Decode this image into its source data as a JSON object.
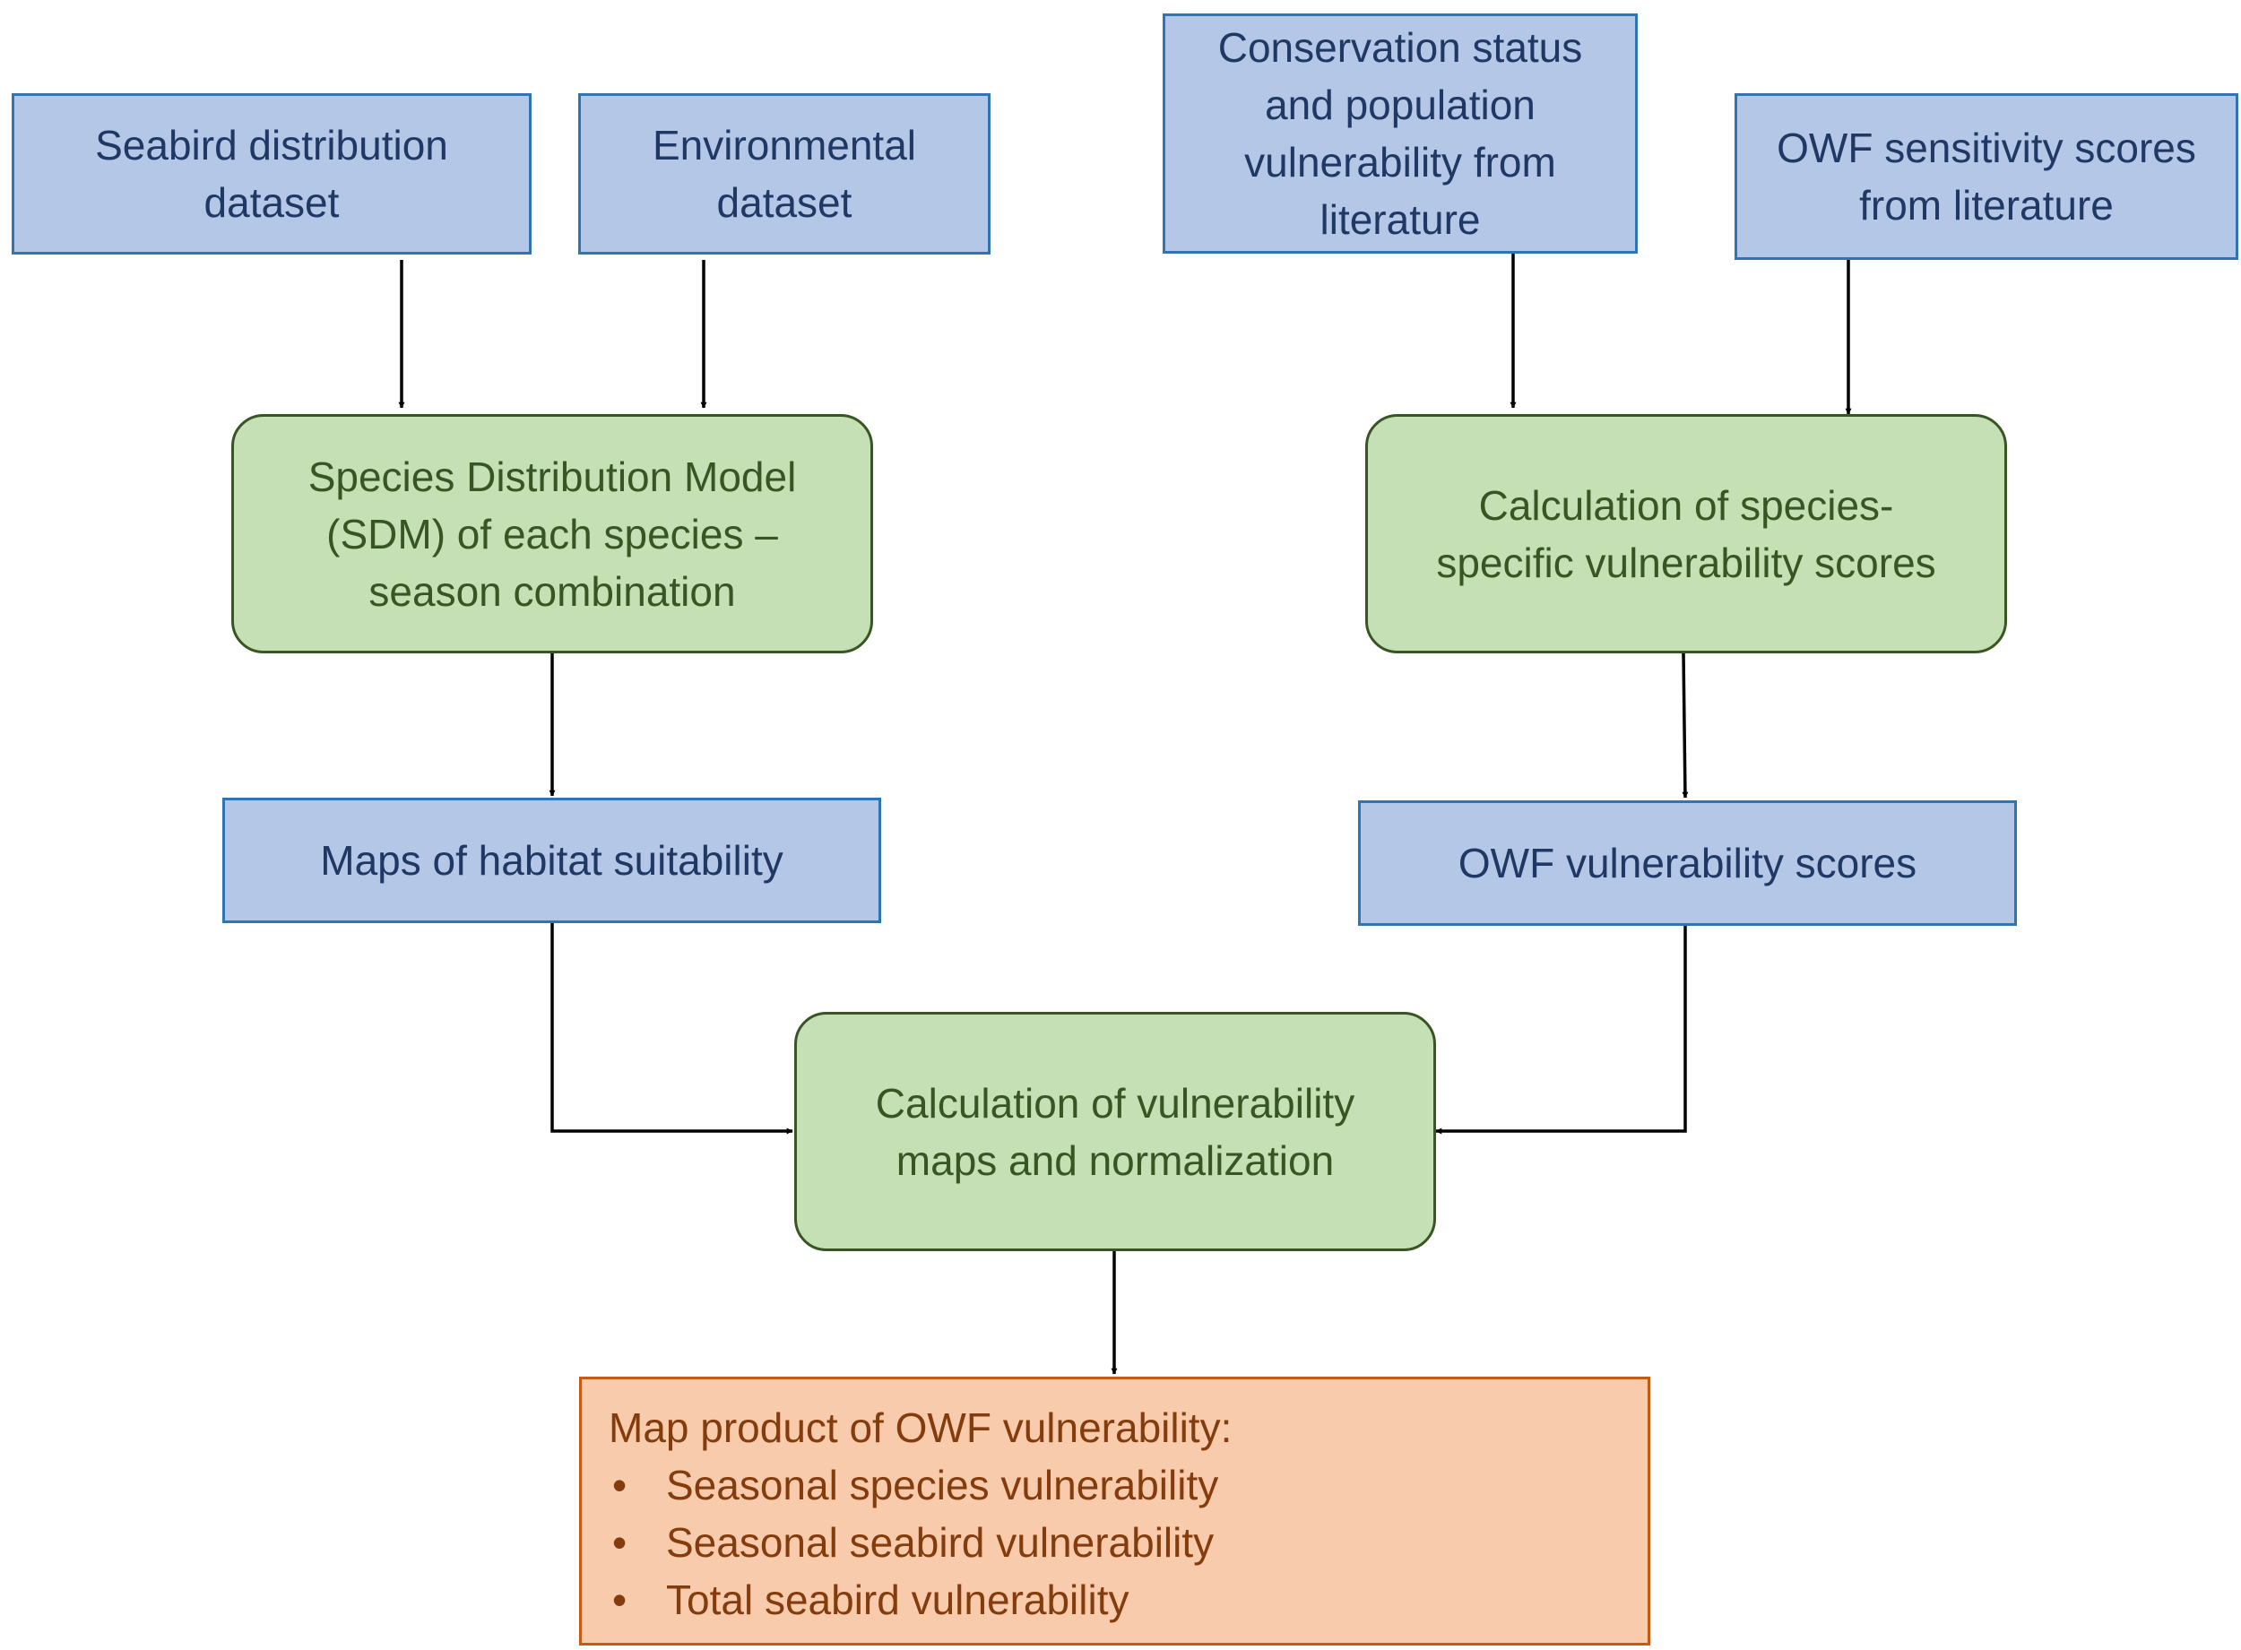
{
  "nodes": {
    "seabird": "Seabird distribution\ndataset",
    "environmental": "Environmental\ndataset",
    "conservation": "Conservation status\nand population\nvulnerability from\nliterature",
    "sensitivity": "OWF sensitivity scores\nfrom literature",
    "sdm": "Species Distribution Model\n(SDM) of each species –\nseason combination",
    "calc_species": "Calculation of species-\nspecific vulnerability scores",
    "habitat_maps": "Maps of habitat suitability",
    "owf_scores": "OWF vulnerability scores",
    "calc_maps": "Calculation of vulnerability\nmaps and normalization"
  },
  "product": {
    "title": "Map product of OWF vulnerability:",
    "bullet_symbol": "•",
    "items": [
      "Seasonal species vulnerability",
      "Seasonal seabird vulnerability",
      "Total seabird vulnerability"
    ]
  },
  "colors": {
    "data_fill": "#b4c7e7",
    "data_border": "#2e75b6",
    "data_text": "#1f3864",
    "process_fill": "#c5e0b4",
    "process_border": "#375623",
    "product_fill": "#f8cbad",
    "product_border": "#c55a11",
    "product_text": "#843c0c",
    "arrow": "#000000"
  }
}
